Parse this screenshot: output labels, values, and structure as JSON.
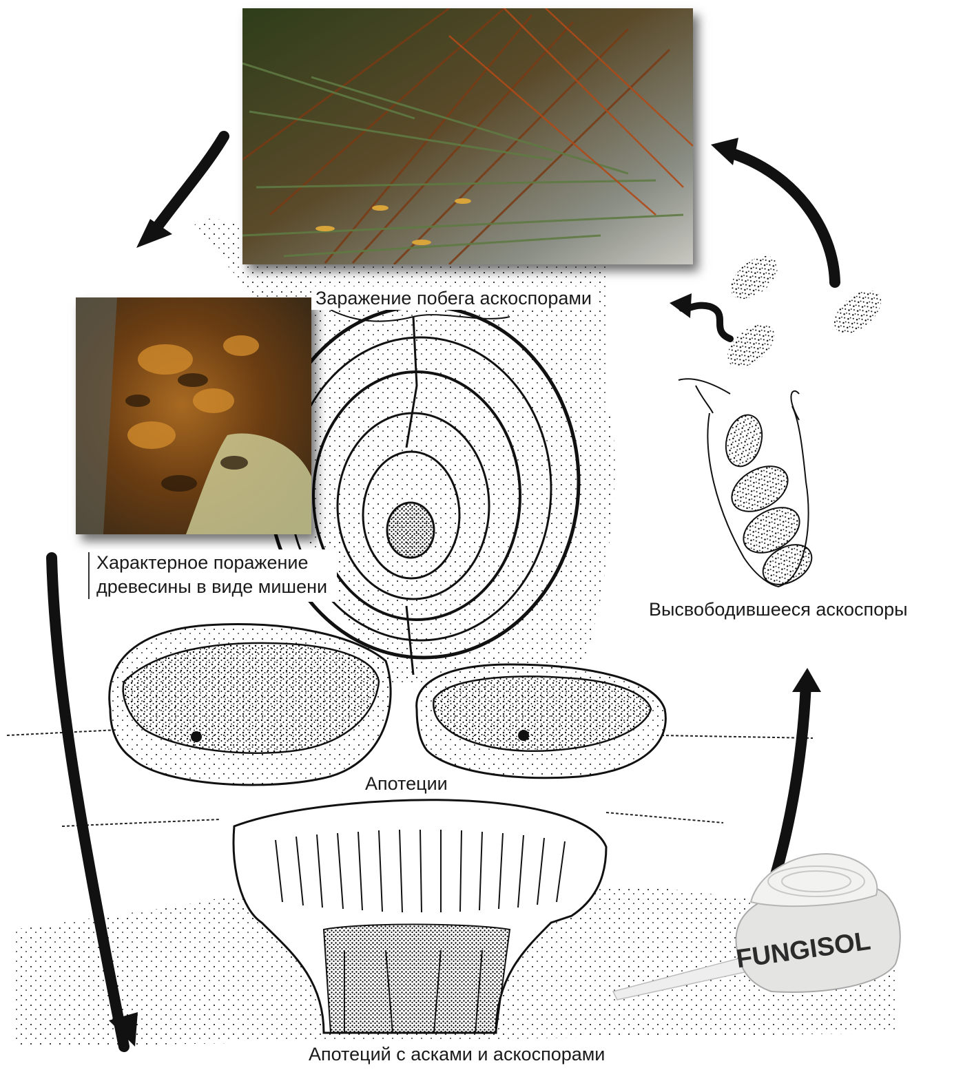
{
  "labels": {
    "infection": "Заражение побега аскоспорами",
    "lesion_line1": "Характерное поражение",
    "lesion_line2": "древесины в виде мишени",
    "released": "Высвободившееся аскоспоры",
    "apothecia": "Апотеции",
    "apothecium_detail": "Апотеций с асками и аскоспорами",
    "product": "FUNGISOL"
  },
  "photos": {
    "top": "pine-branch-infected-photo",
    "left": "bark-canker-photo"
  },
  "colors": {
    "arrow": "#111111",
    "ink": "#1a1a1a",
    "product_label": "#2b2b2b",
    "bottle": "#e4e4e2"
  }
}
